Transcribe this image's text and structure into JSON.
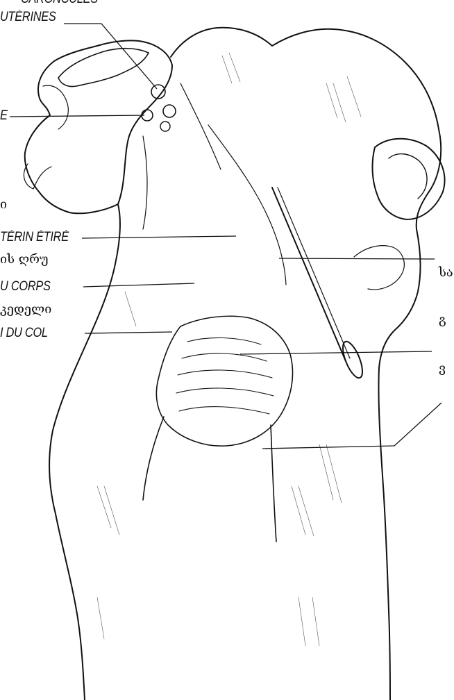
{
  "labels_fr": {
    "caroncules": "CARONCULES",
    "uterines": "UTÉRINES",
    "e": "E",
    "uterin_etire": "TÉRIN ÉTIRÉ",
    "u_corps": "U CORPS",
    "i_du_col": "I DU COL"
  },
  "labels_ka": {
    "o": "ი",
    "is_ghru": "ის ღრუ",
    "kedeli": "კედელი",
    "right_1": "სა",
    "right_2": "გ",
    "right_3": "ვ"
  },
  "line_color": "#111111"
}
